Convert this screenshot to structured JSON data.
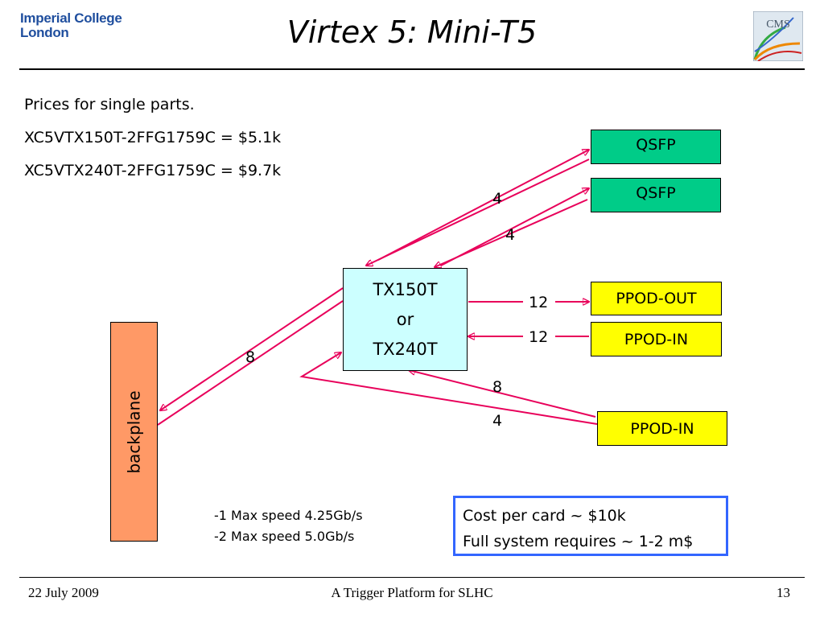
{
  "header": {
    "logo_line1": "Imperial College",
    "logo_line2": "London",
    "title": "Virtex 5: Mini-T5",
    "cms_logo_text": "CMS"
  },
  "prices": {
    "line1": "Prices for single parts.",
    "line2": "XC5VTX150T-2FFG1759C = $5.1k",
    "line3": "XC5VTX240T-2FFG1759C = $9.7k"
  },
  "diagram": {
    "qsfp1": "QSFP",
    "qsfp2": "QSFP",
    "ppod_out": "PPOD-OUT",
    "ppod_in1": "PPOD-IN",
    "ppod_in2": "PPOD-IN",
    "fpga_line1": "TX150T",
    "fpga_line2": "or",
    "fpga_line3": "TX240T",
    "backplane": "backplane",
    "label_qsfp1": "4",
    "label_qsfp2": "4",
    "label_ppod_out": "12",
    "label_ppod_in1": "12",
    "label_backplane": "8",
    "label_ppod_in2_a": "8",
    "label_ppod_in2_b": "4",
    "arrow_color": "#e8005a"
  },
  "notes": {
    "speed1": "-1 Max speed 4.25Gb/s",
    "speed2": "-2 Max speed 5.0Gb/s"
  },
  "cost_box": {
    "line1": "Cost per card ~ $10k",
    "line2": "Full system requires ~ 1-2 m$",
    "border_color": "#3366ff"
  },
  "footer": {
    "date": "22 July 2009",
    "center": "A Trigger Platform for SLHC",
    "page": "13"
  }
}
